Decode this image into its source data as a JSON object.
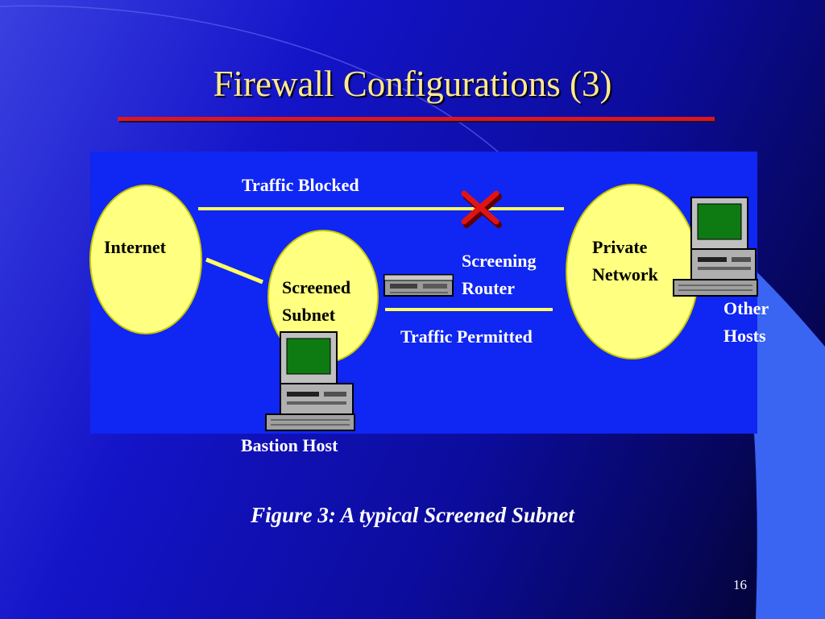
{
  "slide": {
    "title": "Firewall Configurations (3)",
    "caption": "Figure 3: A typical Screened Subnet",
    "page_number": "16"
  },
  "diagram": {
    "nodes": {
      "internet": "Internet",
      "screened_subnet_line1": "Screened",
      "screened_subnet_line2": "Subnet",
      "private_network_line1": "Private",
      "private_network_line2": "Network",
      "screening_router_line1": "Screening",
      "screening_router_line2": "Router",
      "bastion_host": "Bastion Host",
      "other_hosts_line1": "Other",
      "other_hosts_line2": "Hosts"
    },
    "flows": {
      "blocked": "Traffic Blocked",
      "permitted": "Traffic Permitted"
    },
    "icons": [
      "blocked-x-icon",
      "router-icon",
      "computer-icon"
    ]
  },
  "colors": {
    "title": "#ffe98c",
    "title_rule": "#e0141e",
    "panel": "#1026f2",
    "node_fill": "#ffff80",
    "link_line": "#ffff60",
    "blocked_x": "#e01414",
    "monitor_screen": "#0e7a12"
  }
}
